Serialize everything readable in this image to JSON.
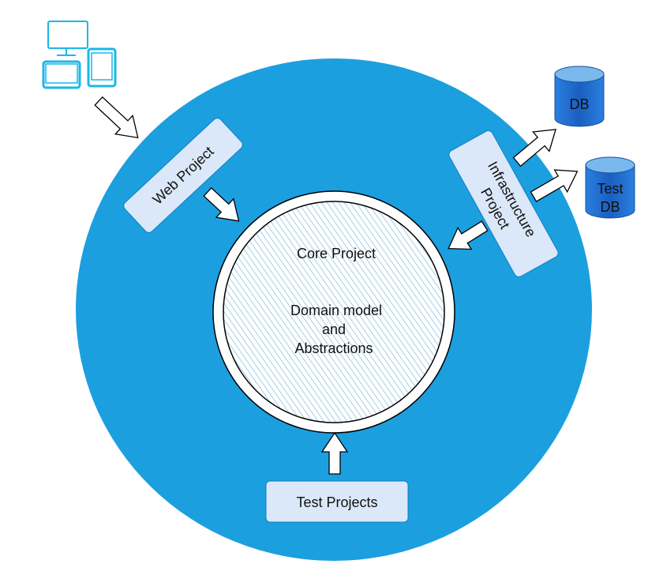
{
  "colors": {
    "outer_ring": "#1c9fdf",
    "box_fill": "#dbe8f9",
    "device_icon": "#1ab7e8",
    "db_top": "#79b9ee",
    "db_body": "#1f6fd0",
    "hatch": "#5aa7d8"
  },
  "icons": {
    "devices": "devices-icon",
    "db": "database-icon"
  },
  "core": {
    "title": "Core Project",
    "line1": "Domain model",
    "line2": "and",
    "line3": "Abstractions"
  },
  "web_project": {
    "label": "Web Project"
  },
  "infrastructure_project": {
    "line1": "Infrastructure",
    "line2": "Project"
  },
  "test_projects": {
    "label": "Test Projects"
  },
  "db": {
    "label": "DB"
  },
  "test_db": {
    "line1": "Test",
    "line2": "DB"
  }
}
